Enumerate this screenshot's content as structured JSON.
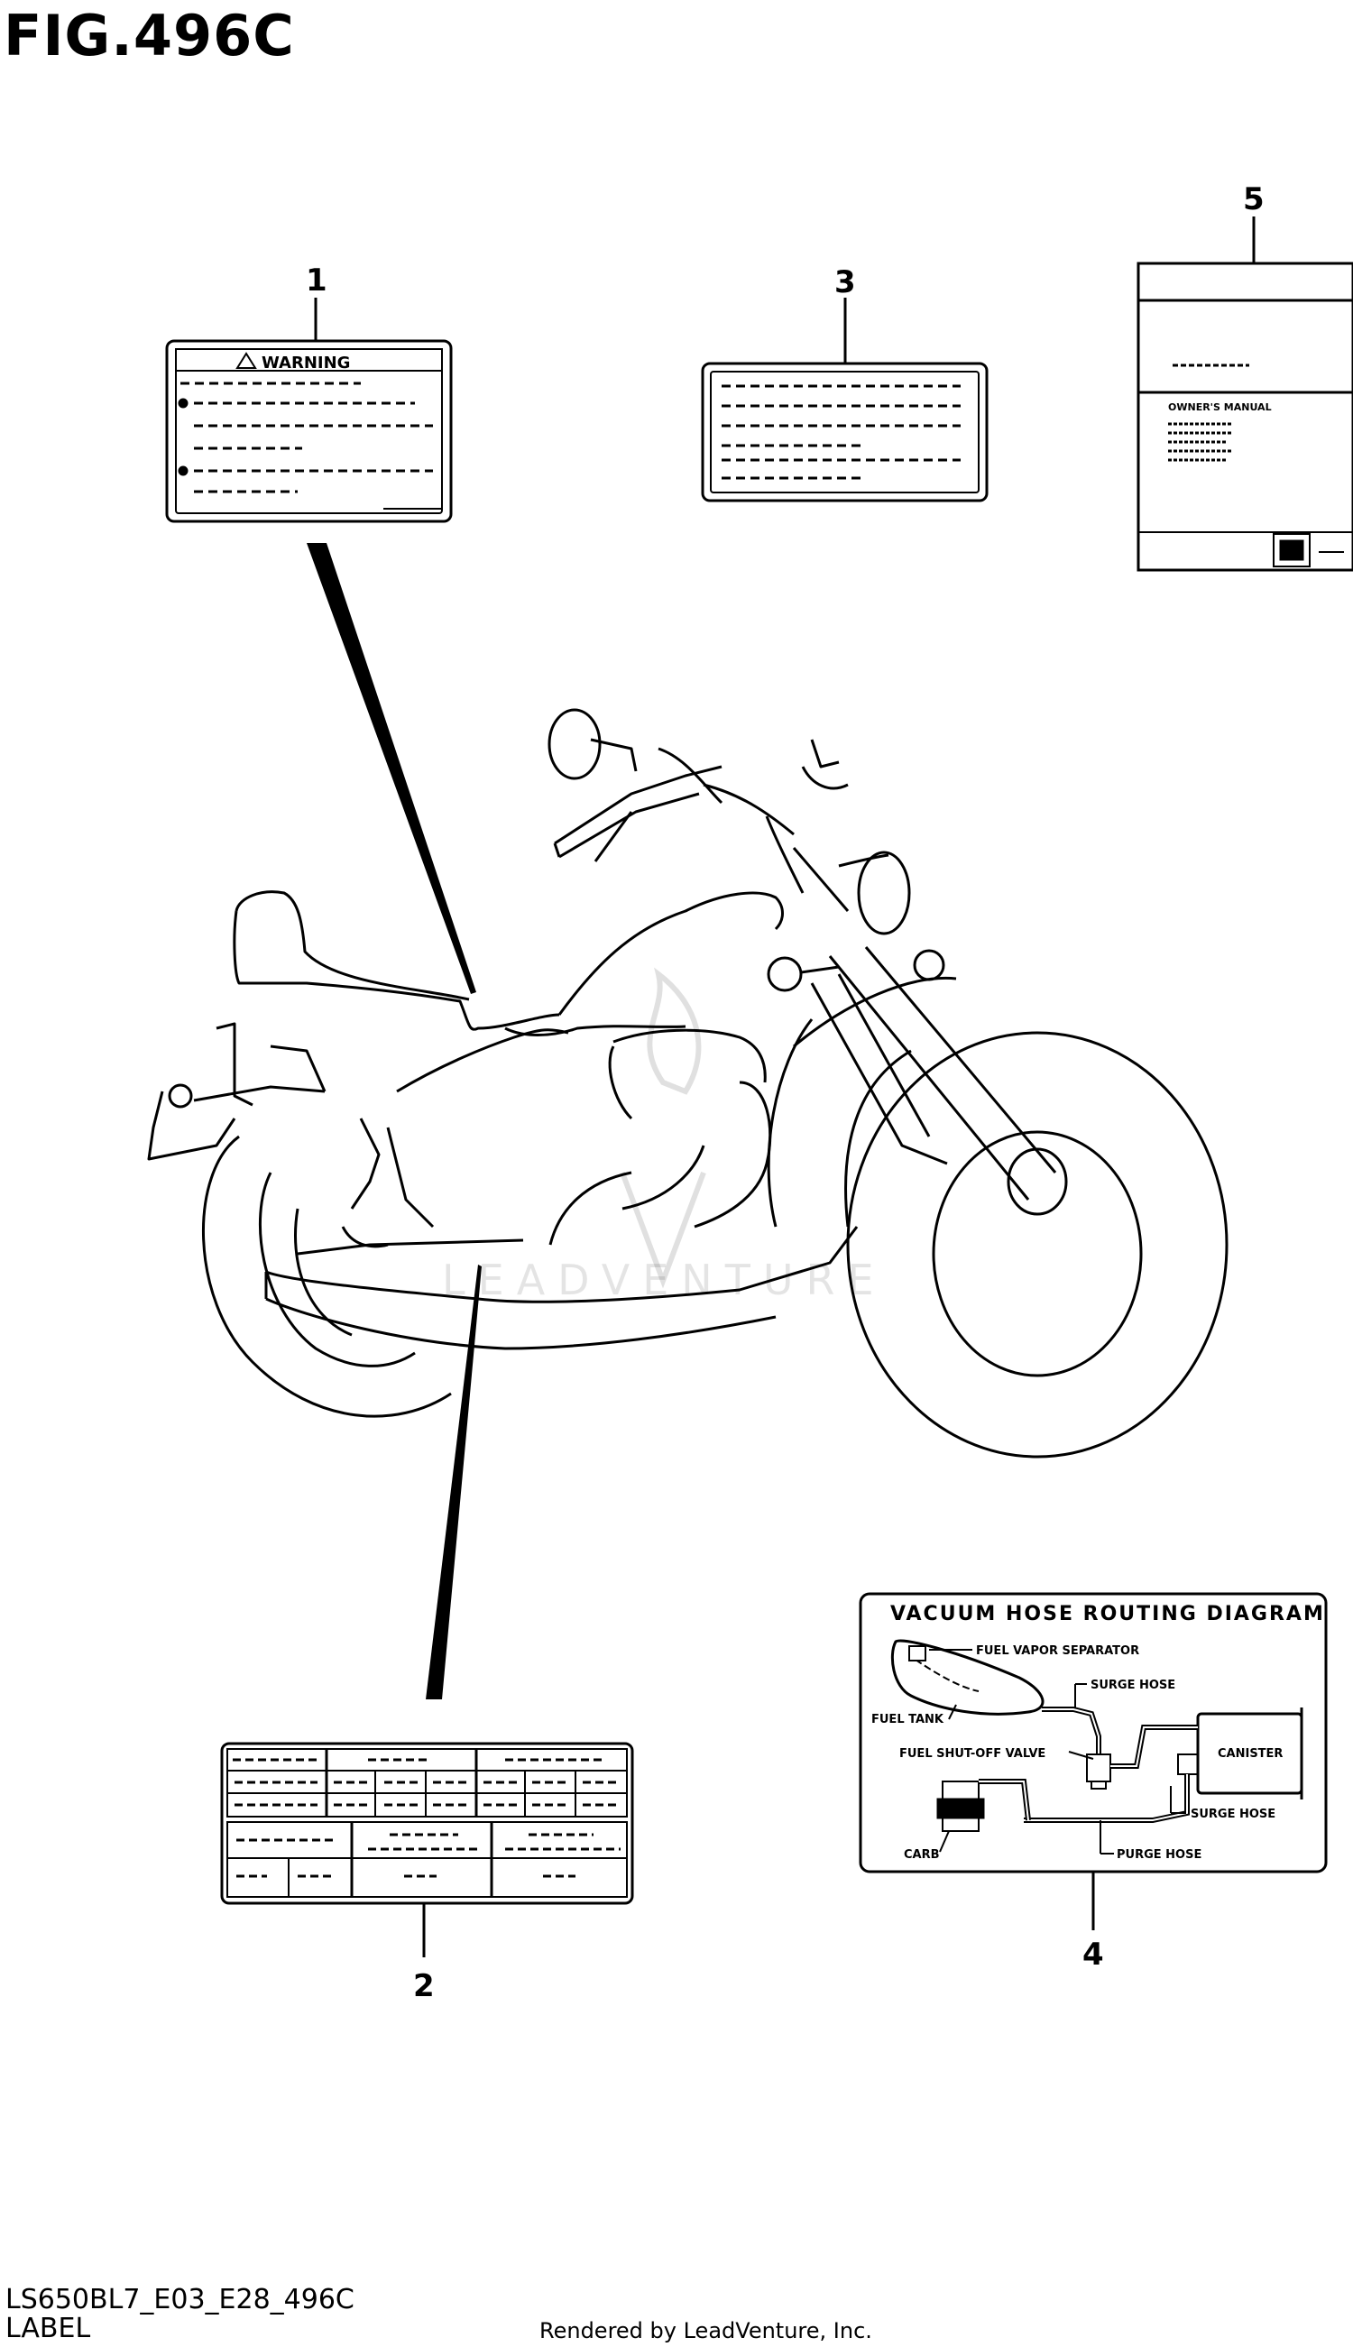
{
  "figure": {
    "title": "FIG.496C"
  },
  "callouts": [
    "1",
    "2",
    "3",
    "4",
    "5"
  ],
  "label_1": {
    "heading": "WARNING"
  },
  "label_5": {
    "booklet_title": "OWNER'S MANUAL"
  },
  "label_4": {
    "title": "VACUUM HOSE ROUTING DIAGRAM",
    "parts": [
      "FUEL VAPOR SEPARATOR",
      "SURGE HOSE",
      "FUEL TANK",
      "FUEL SHUT-OFF VALVE",
      "CANISTER",
      "SURGE HOSE",
      "CARB",
      "PURGE HOSE"
    ]
  },
  "watermark": "LEADVENTURE",
  "footer": {
    "code": "LS650BL7_E03_E28_496C",
    "name": "LABEL",
    "rendered_by": "Rendered by LeadVenture, Inc."
  }
}
